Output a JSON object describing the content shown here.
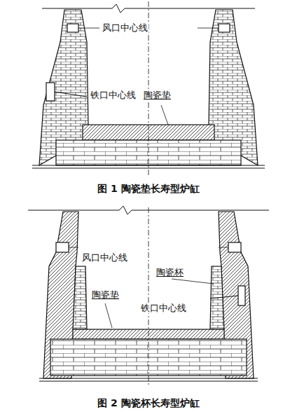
{
  "diagram": {
    "labels": [
      "风口中心线",
      "铁口中心线",
      "陶瓷垫",
      "图 1 陶瓷垫长寿型炉缸",
      "风口中心线",
      "陶瓷杯",
      "陶瓷垫",
      "铁口中心线",
      "图 2 陶瓷杯长寿型炉缸"
    ]
  }
}
